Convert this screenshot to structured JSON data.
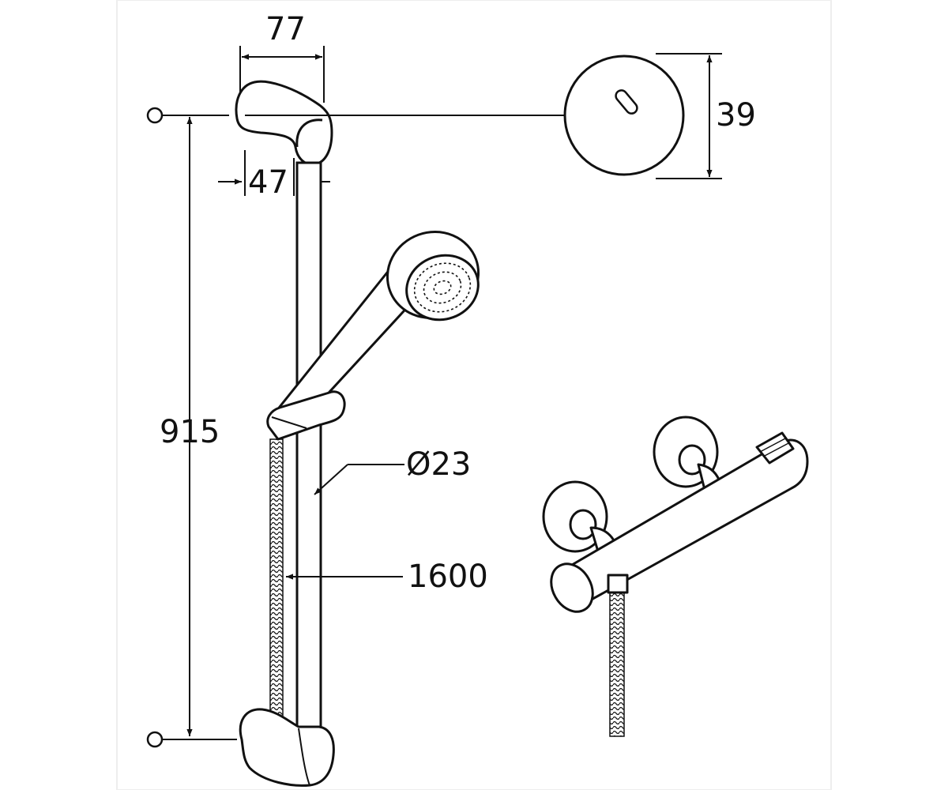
{
  "dimensions": {
    "width_77": "77",
    "height_39": "39",
    "depth_47": "47",
    "height_915": "915",
    "diameter_23": "Ø23",
    "hose_1600": "1600"
  },
  "colors": {
    "line": "#111111",
    "background": "#ffffff",
    "frame": "#f4f4f4"
  }
}
